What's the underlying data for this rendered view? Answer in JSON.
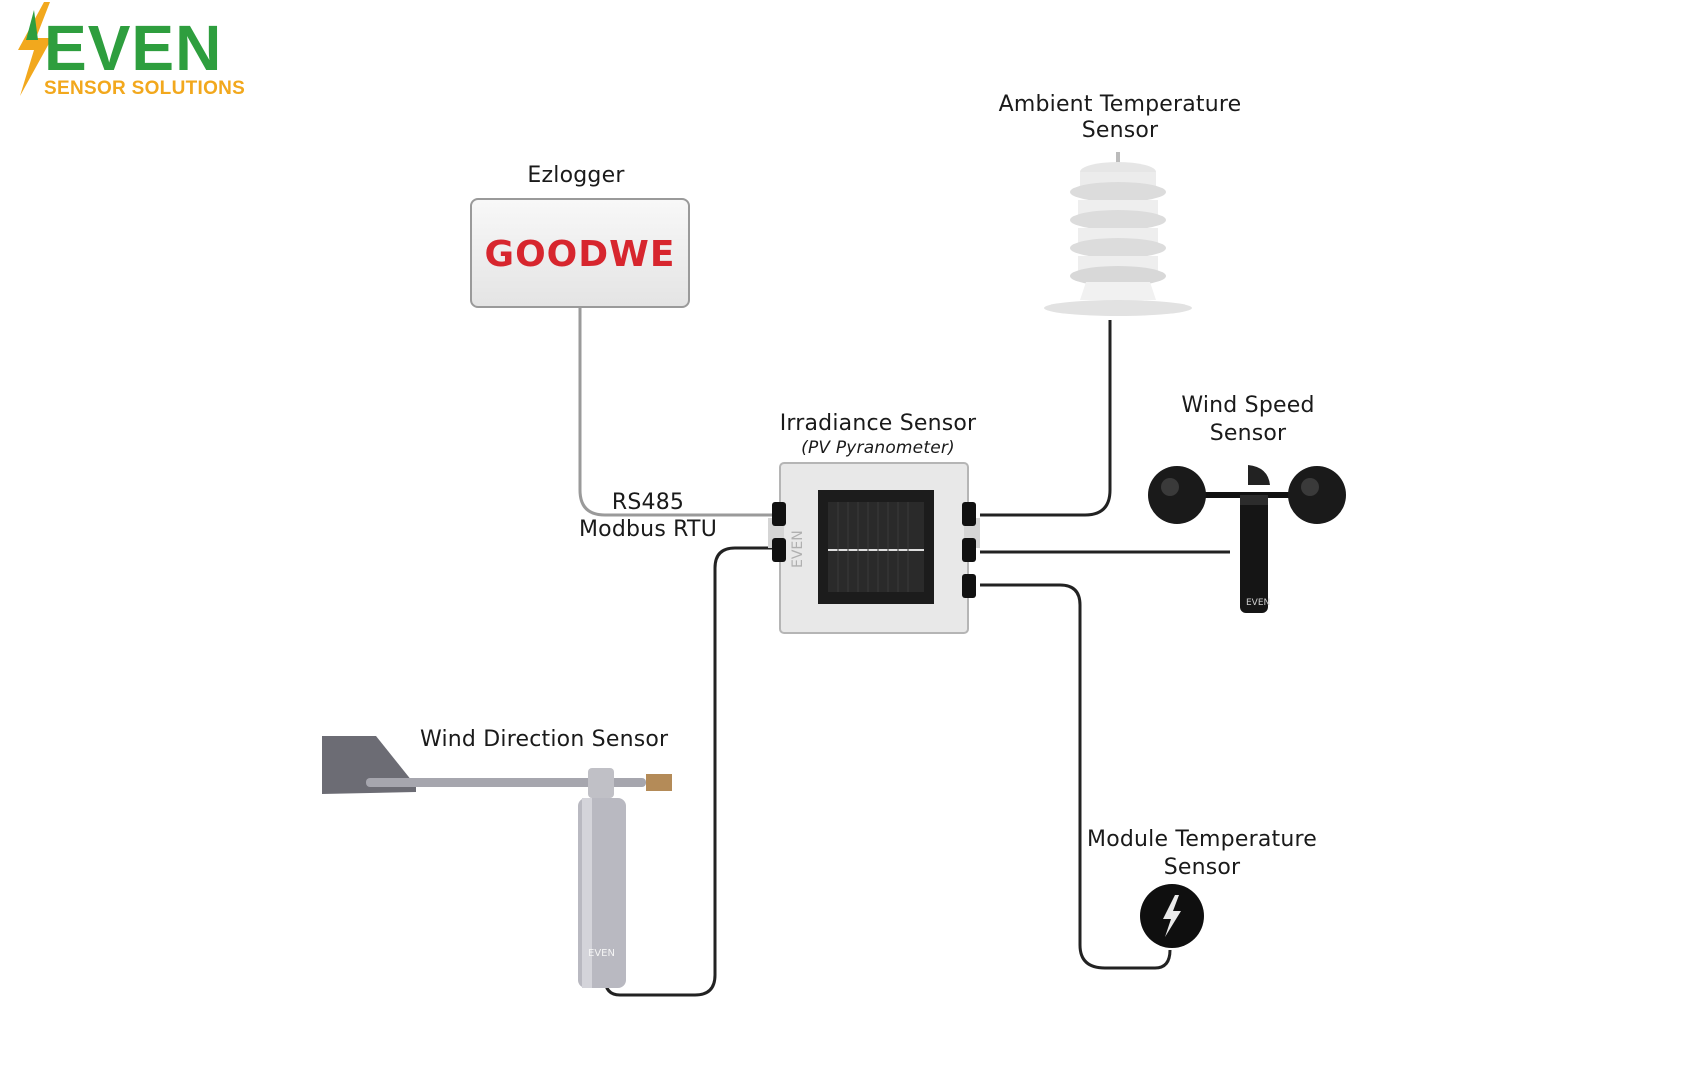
{
  "brand": {
    "name": "EVEN",
    "tagline": "SENSOR SOLUTIONS",
    "colors": {
      "green": "#2e9e3e",
      "orange": "#f2a81d",
      "goodwe_red": "#d7262e"
    }
  },
  "nodes": {
    "ezlogger": {
      "label": "Ezlogger",
      "device_text": "GOODWE"
    },
    "ambient": {
      "label_line1": "Ambient Temperature",
      "label_line2": "Sensor"
    },
    "irradiance": {
      "label": "Irradiance Sensor",
      "sublabel": "(PV Pyranometer)",
      "device_text": "EVEN"
    },
    "wind_speed": {
      "label_line1": "Wind Speed",
      "label_line2": "Sensor",
      "device_text": "EVEN"
    },
    "wind_direction": {
      "label": "Wind Direction Sensor",
      "device_text": "EVEN"
    },
    "module_temp": {
      "label_line1": "Module Temperature",
      "label_line2": "Sensor"
    }
  },
  "connection": {
    "line1": "RS485",
    "line2": "Modbus RTU"
  },
  "icons": [
    "lightning-bolt-icon"
  ]
}
